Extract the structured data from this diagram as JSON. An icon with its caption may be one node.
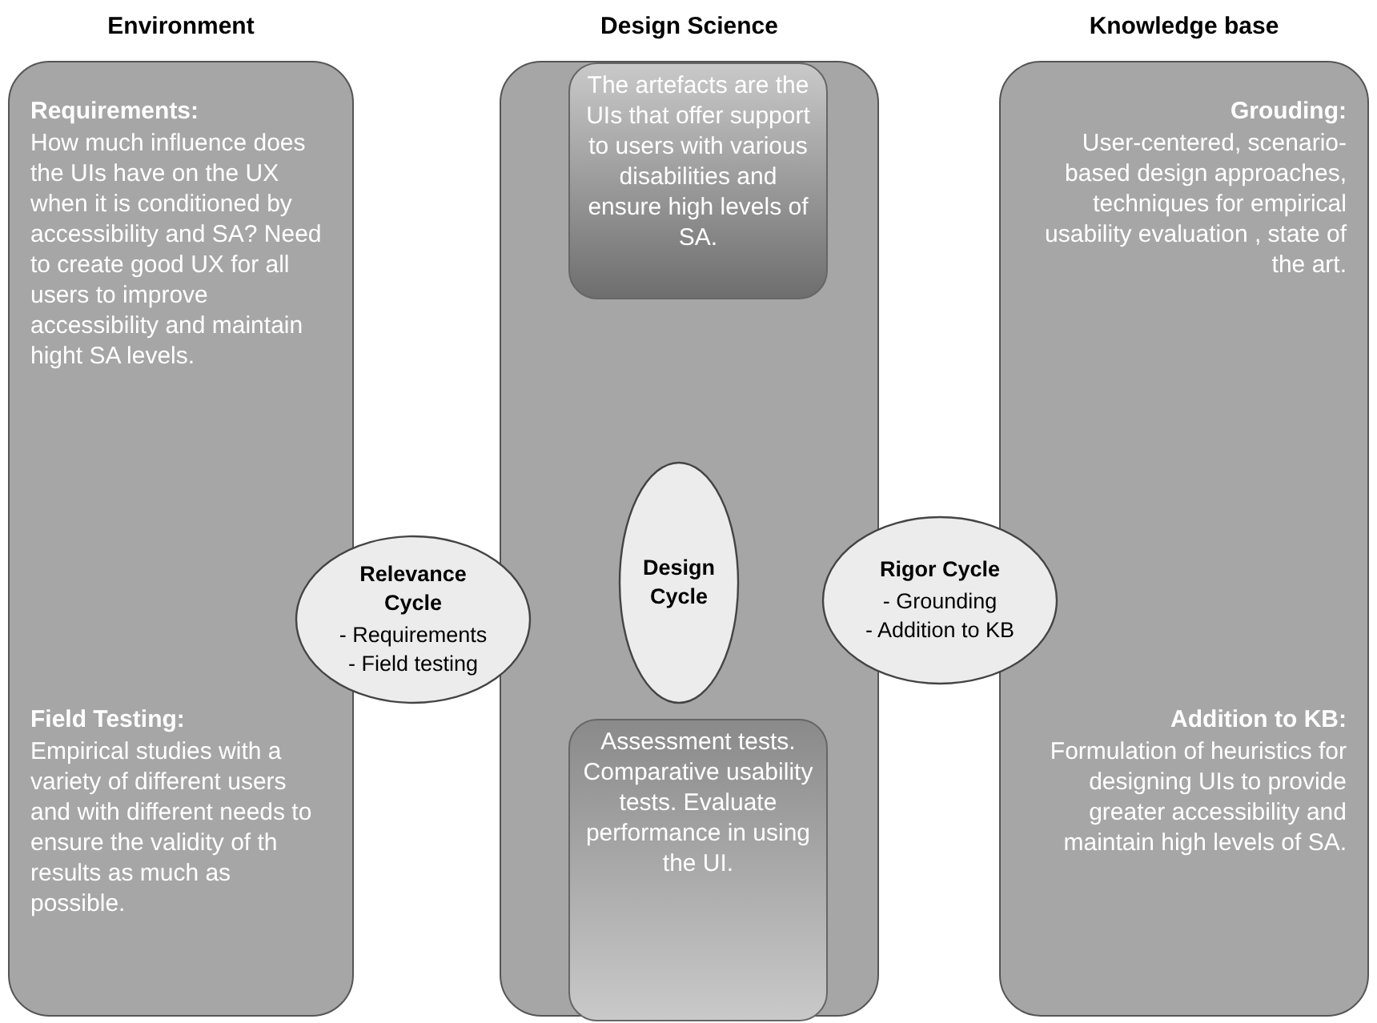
{
  "diagram": {
    "nodes": [
      {
        "text": [
          "Environment",
          "Requirements:",
          "How much influence does the UIs have on the UX when it is conditioned by accessibility and SA? Need to create good UX for all users to improve accessibility and maintain hight SA levels.",
          "Field Testing:",
          "Empirical studies with a variety of different users and with different needs to ensure the validity of th results as much as possible."
        ]
      },
      {
        "text": [
          "Design Science"
        ]
      },
      {
        "text": [
          "The artefacts are the UIs that offer support to users with various disabilities and ensure high levels of SA."
        ],
        "in": 1
      },
      {
        "text": [
          "Relevance Cycle",
          "- Requirements",
          "- Field testing"
        ]
      },
      {
        "text": [
          "Design Cycle"
        ],
        "in": 1
      },
      {
        "text": [
          "Rigor Cycle",
          "- Grounding",
          "- Addition to KB"
        ]
      },
      {
        "text": [
          "Assessment tests. Comparative usability tests. Evaluate performance in using the UI."
        ],
        "in": 1
      },
      {
        "text": [
          "Knowledge base",
          "Grouding:",
          "User-centered, scenario-based design approaches, techniques for empirical usability evaluation , state of the art.",
          "Addition to KB:",
          "Formulation of heuristics for designing UIs to provide greater accessibility and maintain high levels of SA."
        ]
      }
    ]
  }
}
